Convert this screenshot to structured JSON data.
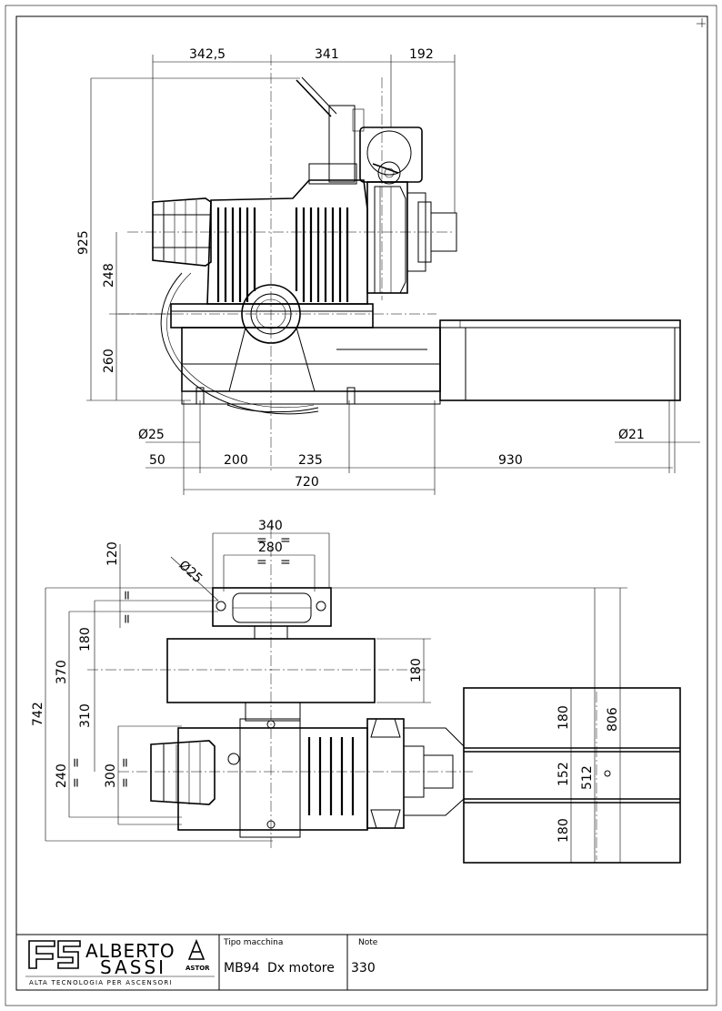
{
  "side_view": {
    "dims_top": [
      "342,5",
      "341",
      "192"
    ],
    "dims_left": [
      "925",
      "248",
      "260"
    ],
    "hole_left": "Ø25",
    "hole_right": "Ø21",
    "dims_bottom": [
      "50",
      "200",
      "235",
      "930"
    ],
    "overall_width": "720"
  },
  "plan_view": {
    "dims_top": [
      "340",
      "280"
    ],
    "hole": "Ø25",
    "dims_left": [
      "120",
      "180",
      "370",
      "310",
      "742",
      "300",
      "240"
    ],
    "dim_drum": "180",
    "dims_right": [
      "180",
      "806",
      "152",
      "512",
      "180"
    ],
    "equal_mark": "="
  },
  "title_block": {
    "brand_line1": "ALBERTO",
    "brand_line2": "SASSI",
    "tagline": "ALTA TECNOLOGIA PER ASCENSORI",
    "sub_brand": "ASTOR",
    "label_machine_type": "Tipo macchina",
    "label_notes": "Note",
    "machine_model": "MB94",
    "motor_side": "Dx motore",
    "notes_value": "330"
  }
}
